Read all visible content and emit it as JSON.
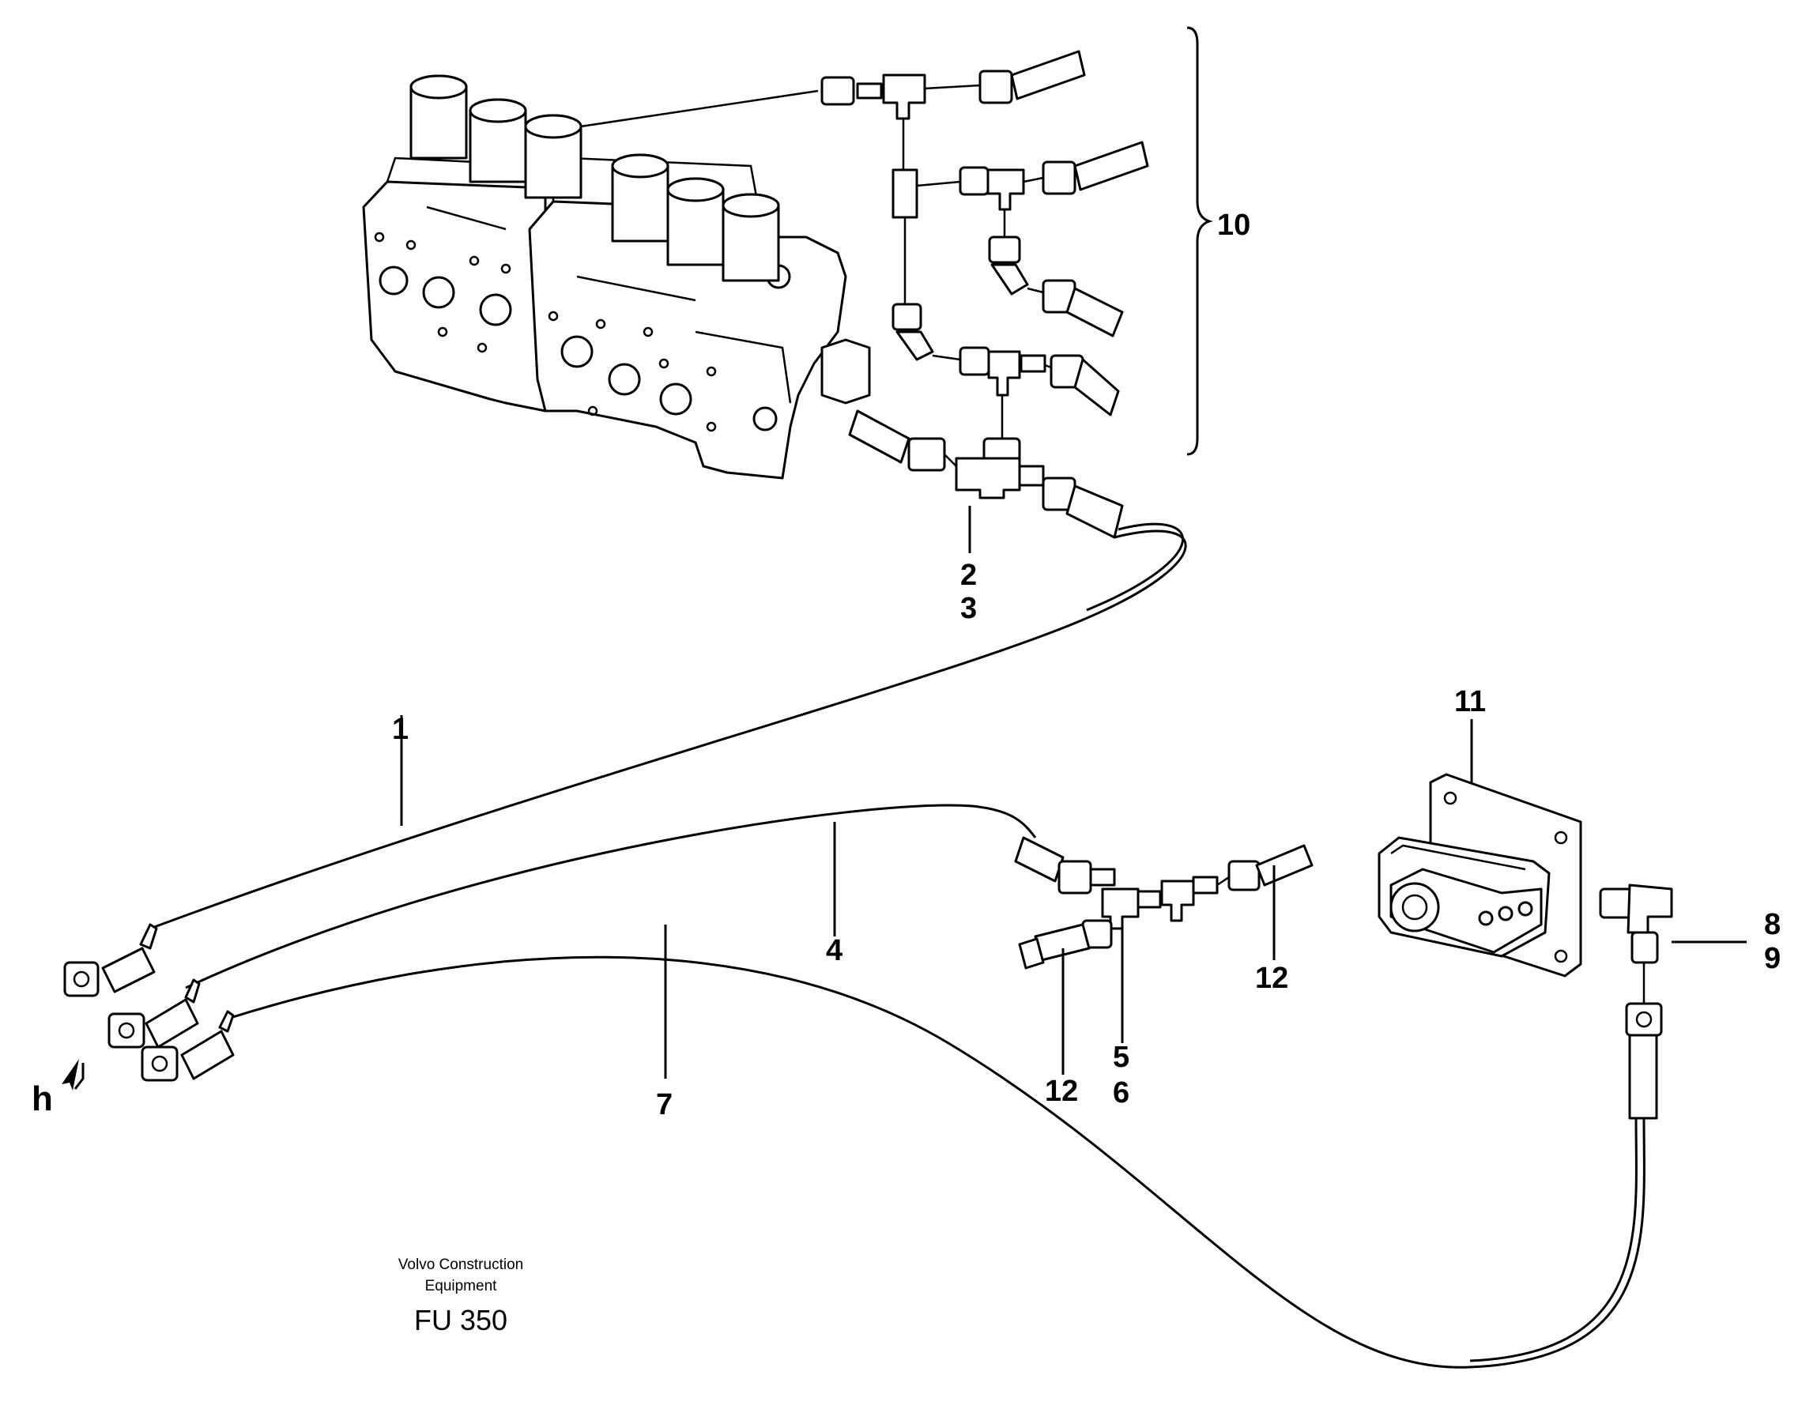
{
  "callouts": {
    "c1": "1",
    "c2": "2",
    "c3": "3",
    "c4": "4",
    "c5": "5",
    "c6": "6",
    "c7": "7",
    "c8": "8",
    "c9": "9",
    "c10": "10",
    "c11": "11",
    "c12a": "12",
    "c12b": "12",
    "h": "h"
  },
  "footer": {
    "line1": "Volvo Construction",
    "line2": "Equipment",
    "code": "FU 350"
  },
  "colors": {
    "ink": "#000000",
    "paper": "#ffffff"
  }
}
